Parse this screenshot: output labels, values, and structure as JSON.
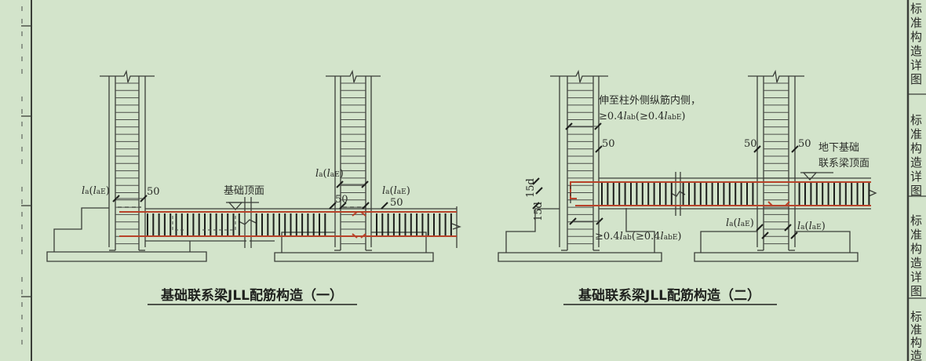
{
  "diagram1": {
    "title": "基础联系梁JLL配筋构造（一）",
    "foundation_top": "基础顶面",
    "anchor_label": {
      "base": "l",
      "sub": "a",
      "inner_base": "l",
      "inner_sub": "aE"
    },
    "dim_50": "50"
  },
  "diagram2": {
    "title": "基础联系梁JLL配筋构造（二）",
    "note_line1": "伸至柱外侧纵筋内侧，",
    "note_line2": {
      "prefix": "≥0.4",
      "base": "l",
      "sub": "ab",
      "open": "(≥0.4",
      "inner_sub": "abE",
      "close": ")"
    },
    "dim_15d": "15d",
    "dim_50": "50",
    "beam_top_line1": "地下基础",
    "beam_top_line2": "联系梁顶面",
    "anchor_label": {
      "base": "l",
      "sub": "a",
      "inner_base": "l",
      "inner_sub": "aE"
    }
  },
  "side_strip": {
    "label_chars": [
      "标",
      "准",
      "构",
      "造",
      "详",
      "图"
    ]
  },
  "colors": {
    "background": "#d3e4cb",
    "rebar": "#b8432a",
    "line": "#3a3d38"
  }
}
